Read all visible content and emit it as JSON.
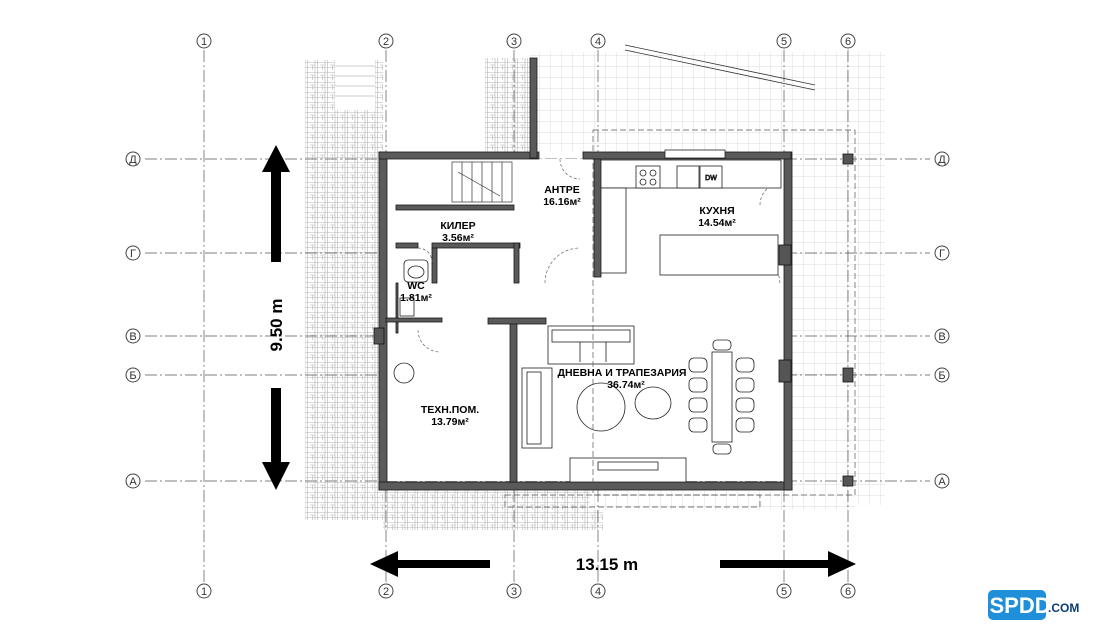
{
  "axes": {
    "top_bottom": [
      "1",
      "2",
      "3",
      "4",
      "5",
      "6"
    ],
    "left_right": [
      "Д",
      "Г",
      "В",
      "Б",
      "А"
    ]
  },
  "rooms": {
    "antre": {
      "name": "АНТРЕ",
      "area": "16.16м²"
    },
    "kiler": {
      "name": "КИЛЕР",
      "area": "3.56м²"
    },
    "kuhnya": {
      "name": "КУХНЯ",
      "area": "14.54м²"
    },
    "wc": {
      "name": "WC",
      "area": "1.81м²"
    },
    "dnevna": {
      "name": "ДНЕВНА И ТРАПЕЗАРИЯ",
      "area": "36.74м²"
    },
    "tehn": {
      "name": "ТЕХН.ПОМ.",
      "area": "13.79м²"
    }
  },
  "appliances": {
    "dishwasher": "DW"
  },
  "dimensions": {
    "width": "13.15 m",
    "depth": "9.50 m"
  },
  "logo": {
    "main": "ISPDD",
    "suffix": ".COM",
    "color": "#1e8fd8"
  }
}
